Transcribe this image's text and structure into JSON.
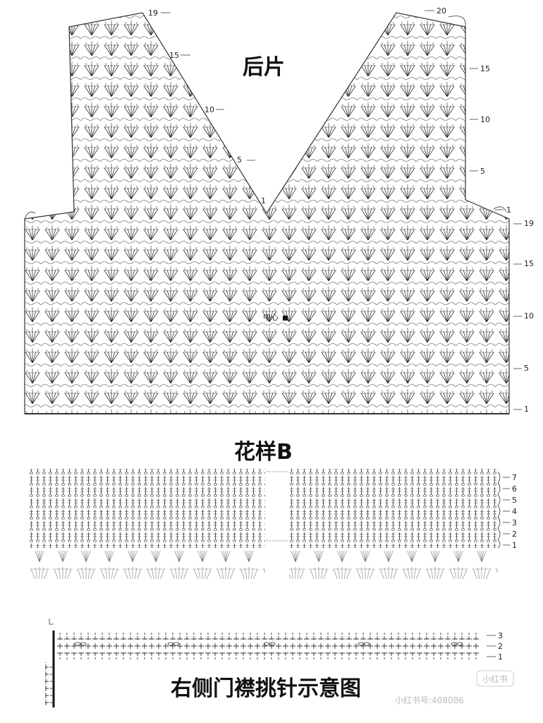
{
  "back_panel": {
    "title": "后片",
    "center_label": "中心",
    "body_rows": [
      "1",
      "5",
      "10",
      "15",
      "19"
    ],
    "left_shoulder_rows": [
      "1",
      "5",
      "10",
      "15",
      "19"
    ],
    "right_shoulder_rows": [
      "1",
      "5",
      "10",
      "15",
      "20"
    ]
  },
  "pattern_b": {
    "title": "花样B",
    "rows": [
      "1",
      "2",
      "3",
      "4",
      "5",
      "6",
      "7"
    ]
  },
  "placket": {
    "title": "右侧门襟挑针示意图",
    "rows": [
      "1",
      "2",
      "3"
    ]
  },
  "watermark": {
    "badge": "小红书",
    "text": "小红书号:408086"
  }
}
